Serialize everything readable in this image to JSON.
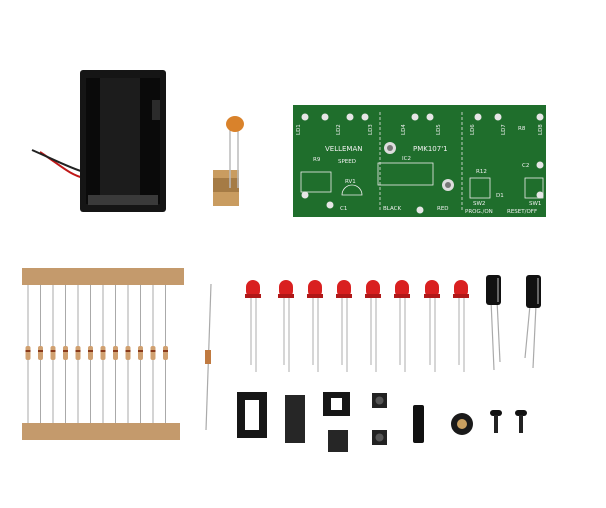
{
  "pcb": {
    "color": "#1f6e2c",
    "brand": "VELLEMAN",
    "model": "PMK107'1",
    "labels": {
      "speed": "SPEED",
      "rv1": "RV1",
      "ic2": "IC2",
      "r9": "R9",
      "r12": "R12",
      "r8": "R8",
      "d1": "D1",
      "c1": "C1",
      "c2": "C2",
      "sw1": "SW1",
      "sw2": "SW2",
      "black": "BLACK",
      "red": "RED",
      "prog_on": "PROG./ON",
      "reset_off": "RESET/OFF",
      "ld1": "LD1",
      "ld2": "LD2",
      "ld3": "LD3",
      "ld4": "LD4",
      "ld5": "LD5",
      "ld6": "LD6",
      "ld7": "LD7",
      "ld8": "LD8"
    }
  },
  "colors": {
    "led": "#d92020",
    "tape": "#c49a6c",
    "ceramic_cap": "#d9822b",
    "battery_holder": "#141414"
  },
  "parts": [
    "battery-holder",
    "ceramic-capacitor",
    "pcb",
    "resistors",
    "diode",
    "leds",
    "electrolytic-capacitors",
    "ic-socket-16",
    "ic-16",
    "ic-socket-8",
    "ic-8",
    "push-buttons",
    "shaft",
    "trimmer",
    "screws"
  ]
}
